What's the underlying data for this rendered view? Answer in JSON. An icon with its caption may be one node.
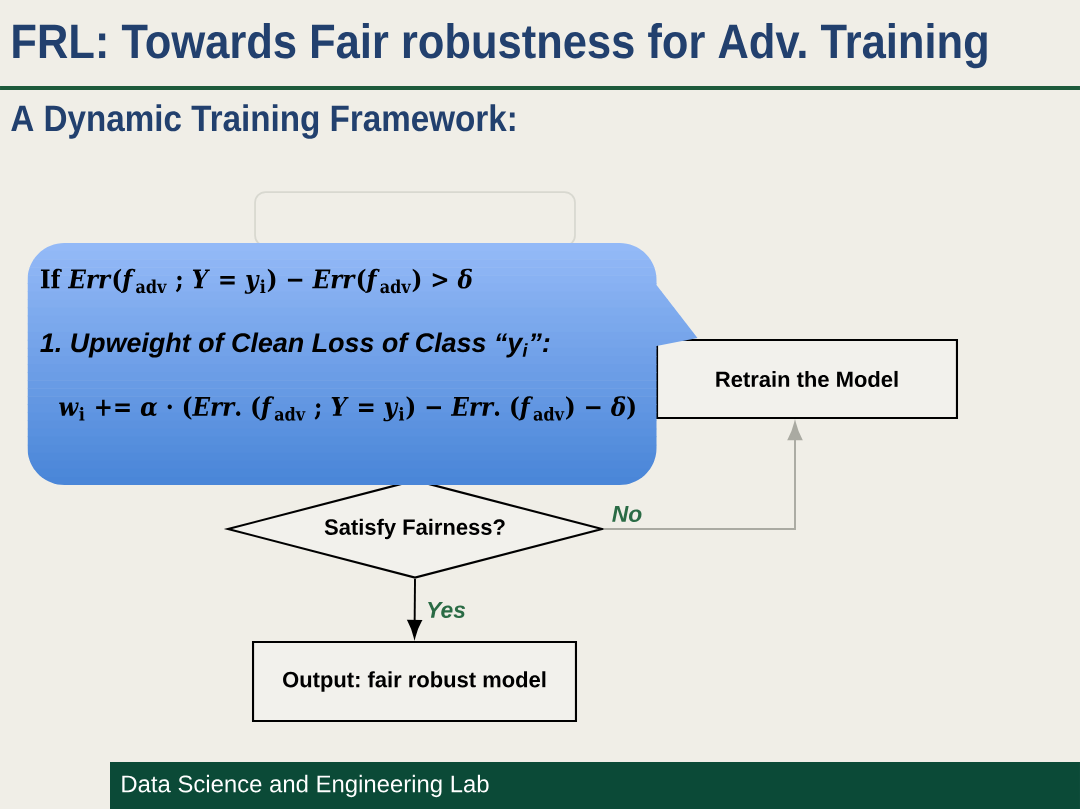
{
  "diagram": {
    "title": "FRL: Towards Fair robustness for Adv. Training",
    "nodes": [
      {
        "text": [],
        "shape": "box"
      },
      {
        "text": [
          "If *Err*(*f*$_{adv}$ ; *Y* = *y*$_{i}$) − *Err*(*f*$_{adv}$) > *δ*",
          "1. Upweight of Clean Loss of Class “y$_{i}$”:",
          "*w*$_{i}$ += *α* · (*Err*. (*f*$_{adv}$ ; *Y* = *y*$_{i}$) − *Err*. (*f*$_{adv}$) − *δ*)"
        ]
      },
      {
        "text": [
          "Retrain the Model"
        ]
      },
      {
        "text": [
          "Satisfy Fairness?"
        ]
      },
      {
        "text": [
          "Output: fair robust model"
        ]
      }
    ],
    "edges": [
      {
        "from": 3,
        "to": 4,
        "arrow": "to",
        "label": "Yes"
      },
      {
        "from": 3,
        "to": 2,
        "arrow": "to",
        "label": "No",
        "color": "#aaaaa2"
      }
    ],
    "labels": [
      "A Dynamic Training Framework:",
      "Data Science and Engineering Lab"
    ]
  }
}
